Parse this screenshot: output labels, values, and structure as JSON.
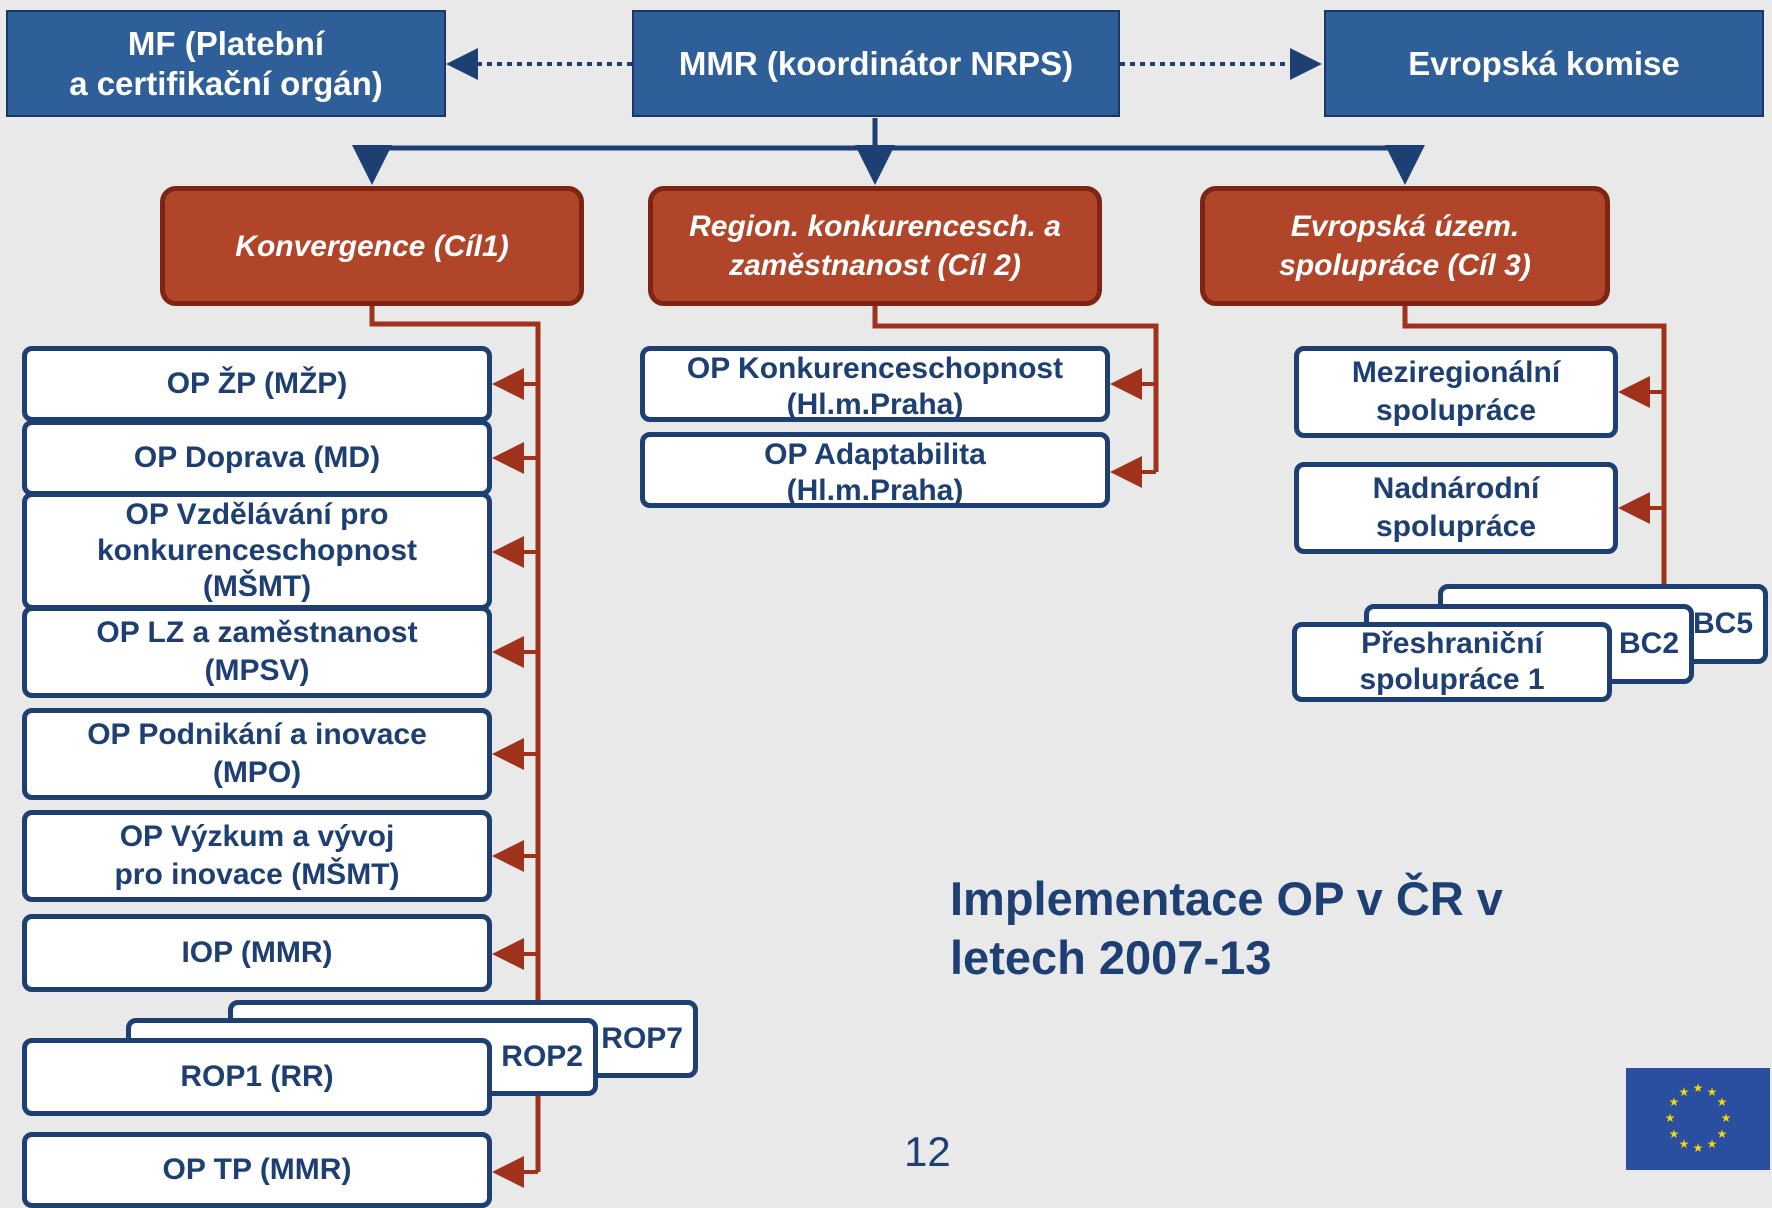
{
  "top": {
    "mf": [
      "MF (Platební",
      "a certifikační orgán)"
    ],
    "mmr": "MMR (koordinátor NRPS)",
    "ek": "Evropská komise"
  },
  "objectives": {
    "cil1": "Konvergence (Cíl1)",
    "cil2": [
      "Region. konkurencesch. a",
      "zaměstnanost (Cíl 2)"
    ],
    "cil3": [
      "Evropská územ.",
      "spolupráce (Cíl 3)"
    ]
  },
  "cil1_ops": {
    "zp": "OP ŽP (MŽP)",
    "doprava": "OP Doprava (MD)",
    "vzdelavani": [
      "OP Vzdělávání pro",
      "konkurenceschopnost",
      "(MŠMT)"
    ],
    "lz": [
      "OP LZ a zaměstnanost",
      "(MPSV)"
    ],
    "podnikani": [
      "OP Podnikání a inovace",
      "(MPO)"
    ],
    "vyzkum": [
      "OP Výzkum a vývoj",
      "pro inovace (MŠMT)"
    ],
    "iop": "IOP (MMR)",
    "rop7": "ROP7",
    "rop2": "ROP2",
    "rop1": "ROP1 (RR)",
    "tp": "OP TP (MMR)"
  },
  "cil2_ops": {
    "konkurenceschopnost": [
      "OP Konkurenceschopnost",
      "(Hl.m.Praha)"
    ],
    "adaptabilita": [
      "OP Adaptabilita",
      "(Hl.m.Praha)"
    ]
  },
  "cil3_ops": {
    "meziregionalni": [
      "Meziregionální",
      "spolupráce"
    ],
    "nadnarodni": [
      "Nadnárodní",
      "spolupráce"
    ],
    "bc5": "BC5",
    "bc2": "BC2",
    "preshranicni": [
      "Přeshraniční",
      "spolupráce 1"
    ]
  },
  "caption": [
    "Implementace OP v ČR v",
    "letech 2007-13"
  ],
  "page_number": "12",
  "colors": {
    "blue_fill": "#2f5f99",
    "red_fill": "#b0452a",
    "red_line": "#a0321c",
    "navy": "#1d3f73"
  }
}
